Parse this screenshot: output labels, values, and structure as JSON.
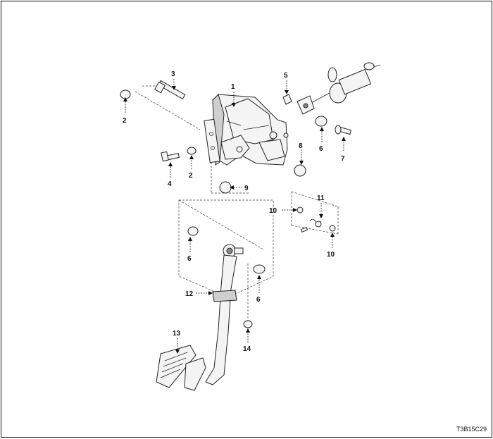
{
  "diagram": {
    "drawing_code": "T3B15C29",
    "callouts": [
      {
        "id": "c1",
        "text": "1"
      },
      {
        "id": "c2a",
        "text": "2"
      },
      {
        "id": "c2b",
        "text": "2"
      },
      {
        "id": "c3",
        "text": "3"
      },
      {
        "id": "c4",
        "text": "4"
      },
      {
        "id": "c5",
        "text": "5"
      },
      {
        "id": "c6a",
        "text": "6"
      },
      {
        "id": "c6b",
        "text": "6"
      },
      {
        "id": "c6c",
        "text": "6"
      },
      {
        "id": "c7",
        "text": "7"
      },
      {
        "id": "c8",
        "text": "8"
      },
      {
        "id": "c9",
        "text": "9"
      },
      {
        "id": "c10a",
        "text": "10"
      },
      {
        "id": "c10b",
        "text": "10"
      },
      {
        "id": "c11",
        "text": "11"
      },
      {
        "id": "c12",
        "text": "12"
      },
      {
        "id": "c13",
        "text": "13"
      },
      {
        "id": "c14",
        "text": "14"
      }
    ]
  }
}
